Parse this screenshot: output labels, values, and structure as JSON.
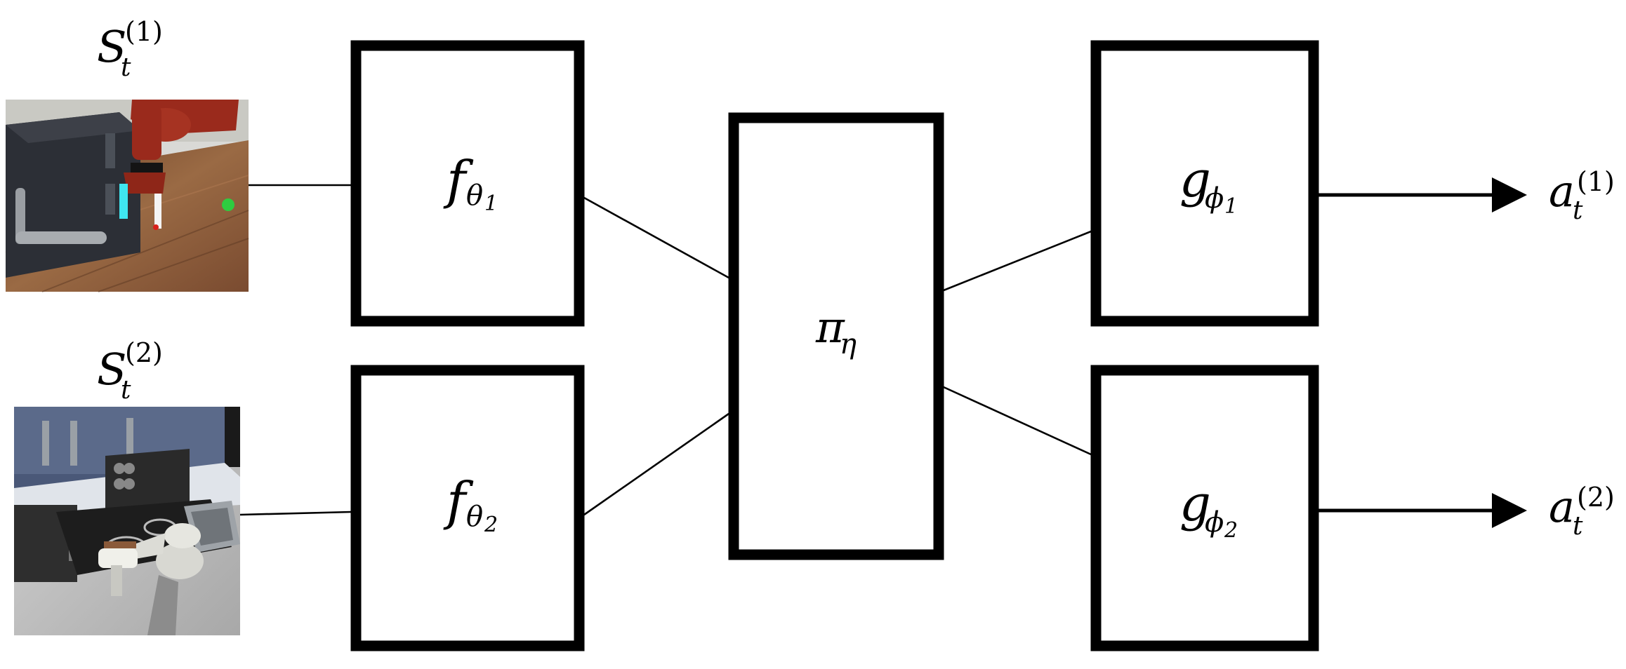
{
  "inputs": [
    {
      "state_symbol": "S",
      "subscript": "t",
      "superscript": "(1)",
      "image_icon": "robot-arm-safe-scene-image"
    },
    {
      "state_symbol": "S",
      "subscript": "t",
      "superscript": "(2)",
      "image_icon": "robot-kitchen-scene-image"
    }
  ],
  "encoders": [
    {
      "symbol": "f",
      "param": "θ",
      "param_index": "1"
    },
    {
      "symbol": "f",
      "param": "θ",
      "param_index": "2"
    }
  ],
  "policy": {
    "symbol": "π",
    "param": "η"
  },
  "decoders": [
    {
      "symbol": "g",
      "param": "ϕ",
      "param_index": "1"
    },
    {
      "symbol": "g",
      "param": "ϕ",
      "param_index": "2"
    }
  ],
  "outputs": [
    {
      "action_symbol": "a",
      "subscript": "t",
      "superscript": "(1)"
    },
    {
      "action_symbol": "a",
      "subscript": "t",
      "superscript": "(2)"
    }
  ],
  "colors": {
    "robot_red": "#9a2a1c",
    "wood": "#8a5a3a",
    "marker_green": "#2ecc40",
    "gripper_cyan": "#3fe6f0",
    "cabinet_blue": "#5b6a8a"
  }
}
